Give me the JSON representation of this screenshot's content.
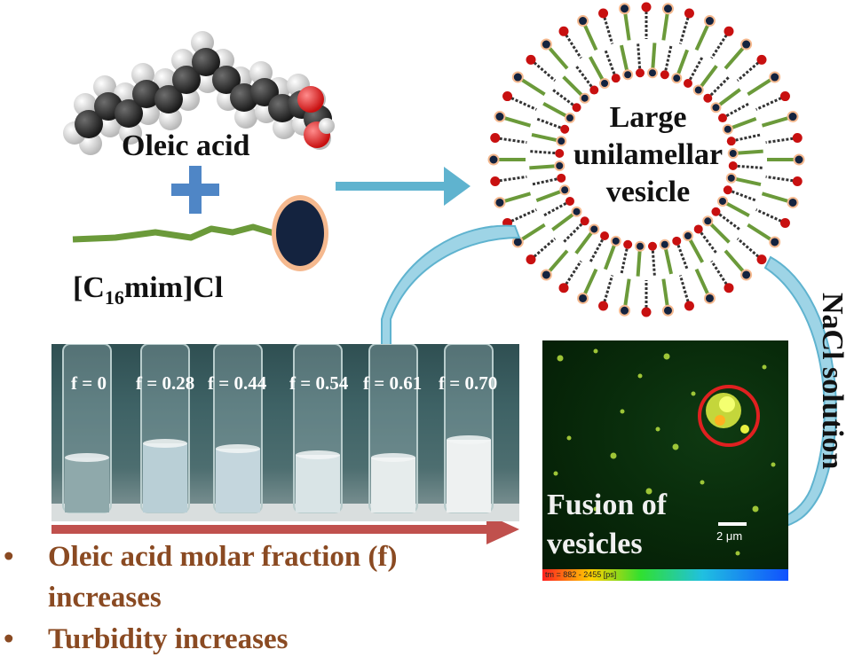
{
  "molecules": {
    "oleic_acid": "Oleic acid",
    "ionic_liquid_pre": "[C",
    "ionic_liquid_sub": "16",
    "ionic_liquid_post": "mim]Cl"
  },
  "vesicle": {
    "line1": "Large",
    "line2": "unilamellar",
    "line3": "vesicle"
  },
  "tubes": {
    "labels": [
      "f = 0",
      "f = 0.28",
      "f = 0.44",
      "f = 0.54",
      "f = 0.61",
      "f = 0.70"
    ]
  },
  "bullets": {
    "symbol": "•",
    "item1_line1": "Oleic acid molar fraction (f)",
    "item1_line2": "increases",
    "item2": "Turbidity increases"
  },
  "nacl_label": "NaCl solution",
  "fusion": {
    "line1": "Fusion of",
    "line2": "vesicles",
    "scale": "2 μm",
    "tm": "tm = 882 - 2455 [ps]"
  },
  "colors": {
    "arrow_blue": "#5fb3cf",
    "arrow_red": "#c0504d",
    "tail_green": "#6b9a3a",
    "head_navy": "#14233f",
    "bullet_brown": "#8a4a22"
  }
}
